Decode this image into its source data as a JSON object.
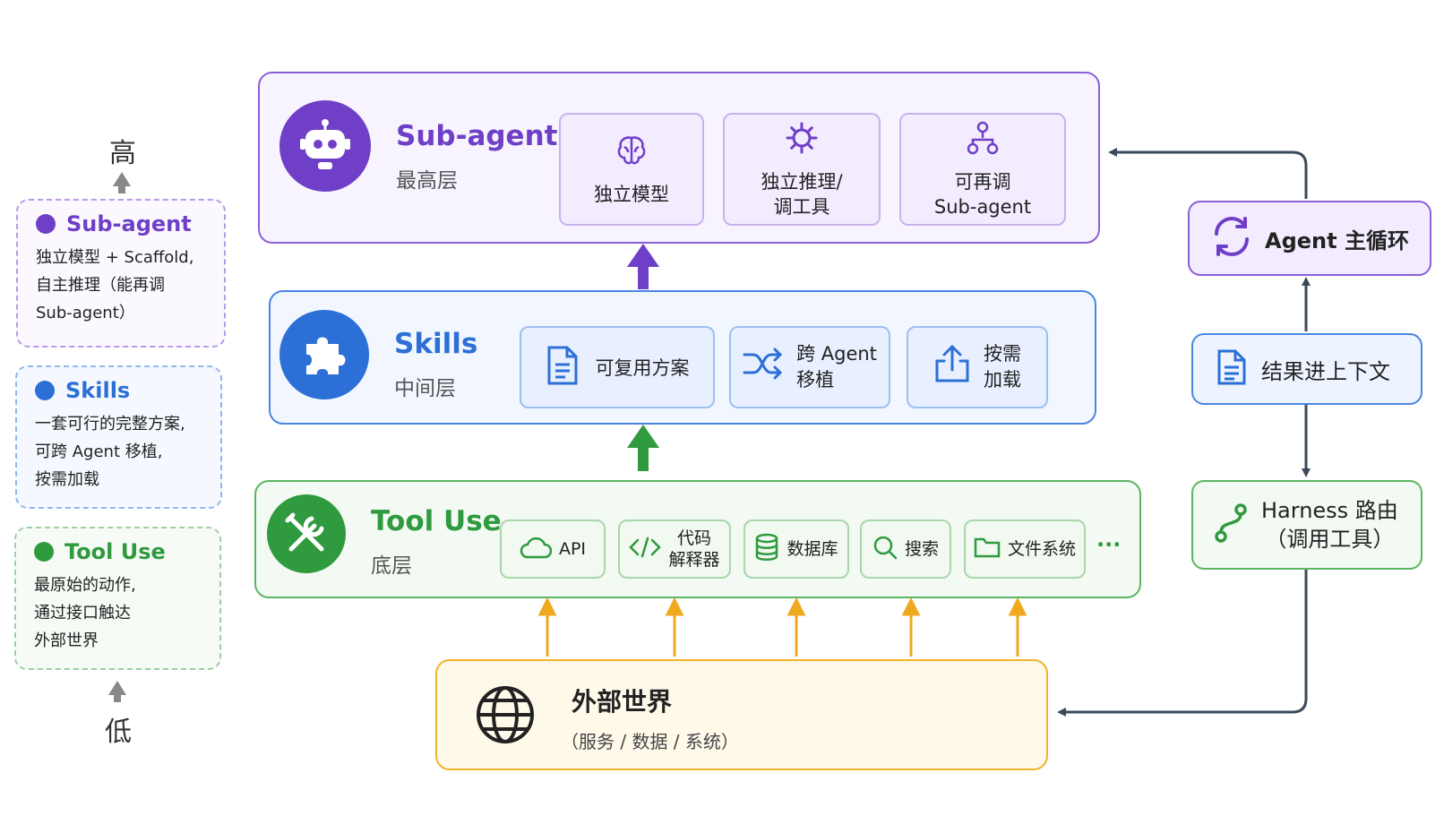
{
  "axis": {
    "high": "高",
    "low": "低"
  },
  "legend": [
    {
      "title": "Sub-agent",
      "desc": "独立模型 + Scaffold,\n自主推理（能再调\nSub-agent）",
      "color": "#6f3fc8"
    },
    {
      "title": "Skills",
      "desc": "一套可行的完整方案,\n可跨 Agent 移植,\n按需加载",
      "color": "#2c6fd6"
    },
    {
      "title": "Tool Use",
      "desc": "最原始的动作,\n通过接口触达\n外部世界",
      "color": "#2f9a3e"
    }
  ],
  "layers": {
    "subagent": {
      "title": "Sub-agent",
      "subtitle": "最高层",
      "color": "#6f3fc8",
      "features": [
        {
          "icon": "brain-icon",
          "label": "独立模型"
        },
        {
          "icon": "gear-icon",
          "label": "独立推理/\n调工具"
        },
        {
          "icon": "hierarchy-icon",
          "label": "可再调\nSub-agent"
        }
      ]
    },
    "skills": {
      "title": "Skills",
      "subtitle": "中间层",
      "color": "#2c6fd6",
      "features": [
        {
          "icon": "document-icon",
          "label": "可复用方案"
        },
        {
          "icon": "shuffle-icon",
          "label": "跨 Agent\n移植"
        },
        {
          "icon": "upload-icon",
          "label": "按需\n加载"
        }
      ]
    },
    "tooluse": {
      "title": "Tool Use",
      "subtitle": "底层",
      "color": "#2f9a3e",
      "tools": [
        {
          "icon": "cloud-icon",
          "label": "API"
        },
        {
          "icon": "code-icon",
          "label": "代码\n解释器"
        },
        {
          "icon": "database-icon",
          "label": "数据库"
        },
        {
          "icon": "search-icon",
          "label": "搜索"
        },
        {
          "icon": "folder-icon",
          "label": "文件系统"
        }
      ],
      "more": "···"
    },
    "external": {
      "title": "外部世界",
      "subtitle": "（服务 / 数据 / 系统）",
      "color": "#f0b429"
    }
  },
  "loop": {
    "main": "Agent 主循环",
    "context": "结果进上下文",
    "harness": "Harness 路由\n（调用工具）"
  }
}
